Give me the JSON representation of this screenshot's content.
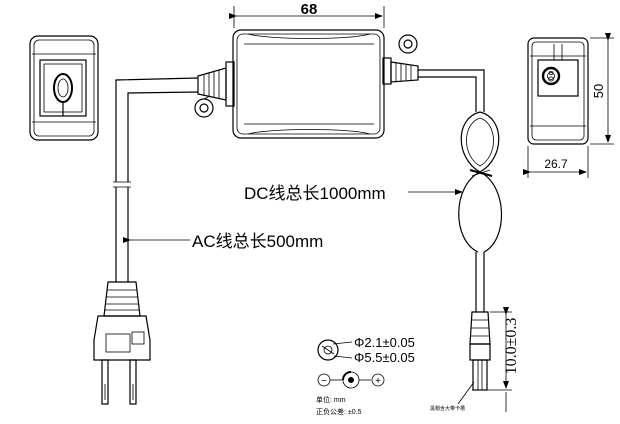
{
  "dimensions": {
    "width_top": "68",
    "height_right": "50",
    "depth_right": "26.7",
    "plug_length": "10.0±0.3"
  },
  "cables": {
    "dc_label": "DC线总长1000mm",
    "ac_label": "AC线总长500mm"
  },
  "connector": {
    "inner_dia": "Φ2.1±0.05",
    "outer_dia": "Φ5.5±0.05",
    "minus": "−",
    "plus": "+"
  },
  "notes": {
    "unit": "单位: mm",
    "tolerance": "正负公差: ±0.5",
    "plug_note": "黑帽含大带卡槽"
  }
}
